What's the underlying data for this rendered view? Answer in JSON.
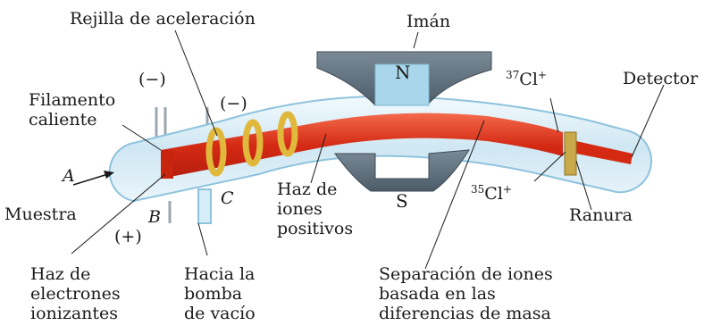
{
  "labels": {
    "rejilla": "Rejilla de aceleración",
    "iman": "Imán",
    "neg1": "(−)",
    "neg2": "(−)",
    "filamento": [
      "Filamento",
      "caliente"
    ],
    "a": "A",
    "muestra": "Muestra",
    "b": "B",
    "pos": "(+)",
    "c": "C",
    "n": "N",
    "s": "S",
    "haz_iones": [
      "Haz de",
      "iones",
      "positivos"
    ],
    "cl37_mass": "37",
    "cl37_sym": "Cl",
    "cl37_charge": "+",
    "cl35_mass": "35",
    "cl35_sym": "Cl",
    "cl35_charge": "+",
    "detector": "Detector",
    "ranura": "Ranura",
    "haz_electrones": [
      "Haz de",
      "electrones",
      "ionizantes"
    ],
    "vacio": [
      "Hacia la",
      "bomba",
      "de vacío"
    ],
    "separacion": [
      "Separación de iones",
      "basada en las",
      "diferencias de masa"
    ]
  },
  "colors": {
    "tube_fill": "#d6ecf6",
    "tube_stroke": "#8fc3dc",
    "beam": "#e2341f",
    "magnet": "#5f6f7d",
    "grid": "#e8c64a"
  }
}
